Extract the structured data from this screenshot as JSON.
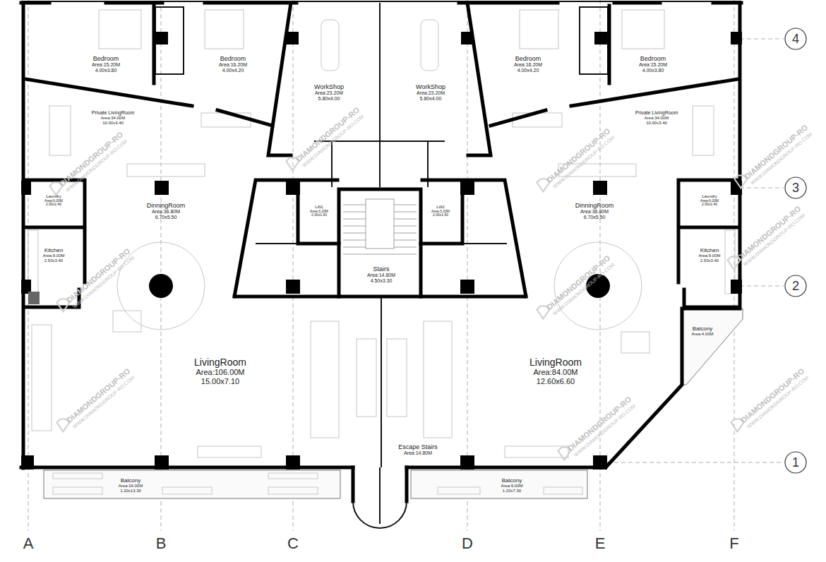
{
  "diagram": {
    "nodes": [
      {
        "text": [
          "Bedroom",
          "Area:15.20M 4.00x3.80"
        ]
      },
      {
        "text": [
          "Bedroom",
          "Area:16.20M 4.00x4.20"
        ]
      },
      {
        "text": [
          "WorkShop",
          "Area:23.20M 5.80x4.00"
        ]
      },
      {
        "text": [
          "WorkShop",
          "Area:23.20M 5.80x4.00"
        ]
      },
      {
        "text": [
          "Bedroom",
          "Area:16.20M 4.00x4.20"
        ]
      },
      {
        "text": [
          "Bedroom",
          "Area:15.20M 4.00x3.80"
        ]
      },
      {
        "text": [
          "Private LivingRoom",
          "Area:34.00M 10.00x3.40"
        ]
      },
      {
        "text": [
          "Private LivingRoom",
          "Area:34.00M 10.00x3.40"
        ]
      },
      {
        "text": [
          "Laundry",
          "Area:6.00M 2.50x2.40"
        ]
      },
      {
        "text": [
          "Lift1",
          "Area:3.20M 2.00x1.60"
        ]
      },
      {
        "text": [
          "Lift2",
          "Area:3.20M 2.00x1.60"
        ]
      },
      {
        "text": [
          "Laundry",
          "Area:6.00M 2.50x2.40"
        ]
      },
      {
        "text": [
          "DinningRoom",
          "Area:36.80M 6.70x5.50"
        ]
      },
      {
        "text": [
          "DinningRoom",
          "Area:36.80M 6.70x5.50"
        ]
      },
      {
        "text": [
          "Kitchen",
          "Area:9.00M 2.50x3.40"
        ]
      },
      {
        "text": [
          "Stairs",
          "Area:14.80M 4.50x3.30"
        ]
      },
      {
        "text": [
          "Kitchen",
          "Area:9.00M 2.50x3.40"
        ]
      },
      {
        "text": [
          "Balcony",
          "Area:4.00M"
        ]
      },
      {
        "text": [
          "LivingRoom",
          "Area:106.00M 15.00x7.10"
        ]
      },
      {
        "text": [
          "LivingRoom",
          "Area:84.00M 12.60x6.60"
        ]
      },
      {
        "text": [
          "Escape Stairs",
          "Area:14.80M"
        ]
      },
      {
        "text": [
          "Balcony",
          "Area:16.00M 1.20x13.30"
        ]
      },
      {
        "text": [
          "Balcony",
          "Area:9.00M 1.20x7.30"
        ]
      }
    ],
    "labels": [
      "A",
      "B",
      "C",
      "D",
      "E",
      "F",
      "4",
      "3",
      "2",
      "1",
      "DIAMONDGROUP-RO",
      "WWW.DIAMONDGROUP-RO.COM",
      "DIAMONDGROUP-RO",
      "WWW.DIAMONDGROUP-RO.COM",
      "DIAMONDGROUP-RO",
      "WWW.DIAMONDGROUP-RO.COM",
      "DIAMONDGROUP-RO",
      "WWW.DIAMONDGROUP-RO.COM",
      "DIAMONDGROUP-RO",
      "WWW.DIAMONDGROUP-RO.COM",
      "DIAMONDGROUP-RO",
      "WWW.DIAMONDGROUP-RO.COM",
      "DIAMONDGROUP-RO",
      "WWW.DIAMONDGROUP-RO.COM",
      "DIAMONDGROUP-RO",
      "WWW.DIAMONDGROUP-RO.COM",
      "DIAMONDGROUP-RO",
      "WWW.DIAMONDGROUP-RO.COM",
      "DIAMONDGROUP-RO",
      "WWW.DIAMONDGROUP-RO.COM"
    ]
  }
}
